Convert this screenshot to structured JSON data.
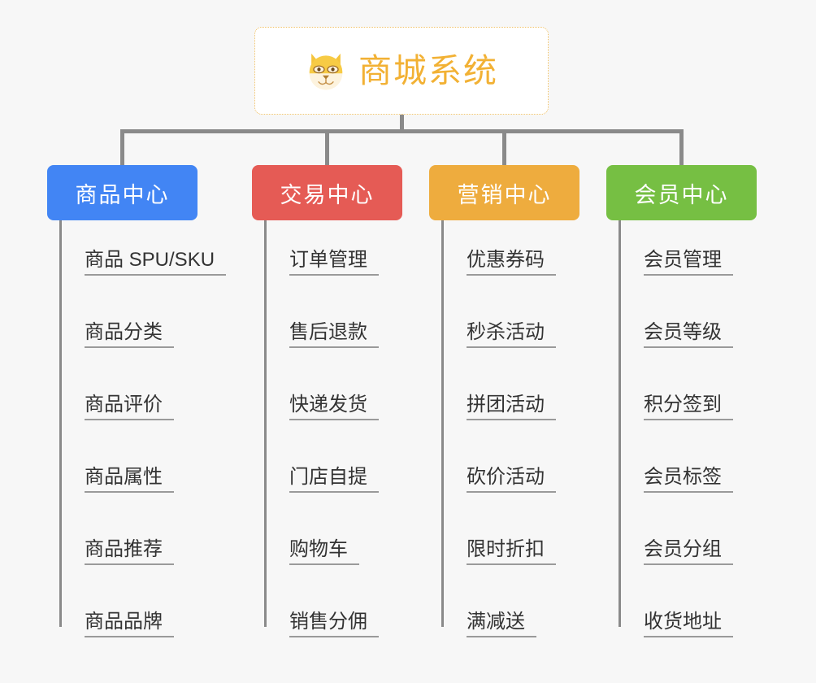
{
  "diagram": {
    "title": "商城系统",
    "root_icon": "dog-face-icon",
    "type": "tree-mindmap",
    "background_color": "#f7f7f7",
    "connector_color": "#8a8a8a",
    "root_border_color": "#f0c064",
    "root_text_color": "#f2b134",
    "leaf_text_color": "#333333",
    "leaf_underline_color": "#9a9a9a"
  },
  "categories": [
    {
      "label": "商品中心",
      "color": "#4285f4",
      "items": [
        "商品 SPU/SKU",
        "商品分类",
        "商品评价",
        "商品属性",
        "商品推荐",
        "商品品牌"
      ]
    },
    {
      "label": "交易中心",
      "color": "#e55b55",
      "items": [
        "订单管理",
        "售后退款",
        "快递发货",
        "门店自提",
        "购物车",
        "销售分佣"
      ]
    },
    {
      "label": "营销中心",
      "color": "#eeac3e",
      "items": [
        "优惠券码",
        "秒杀活动",
        "拼团活动",
        "砍价活动",
        "限时折扣",
        "满减送"
      ]
    },
    {
      "label": "会员中心",
      "color": "#76bf43",
      "items": [
        "会员管理",
        "会员等级",
        "积分签到",
        "会员标签",
        "会员分组",
        "收货地址"
      ]
    }
  ]
}
